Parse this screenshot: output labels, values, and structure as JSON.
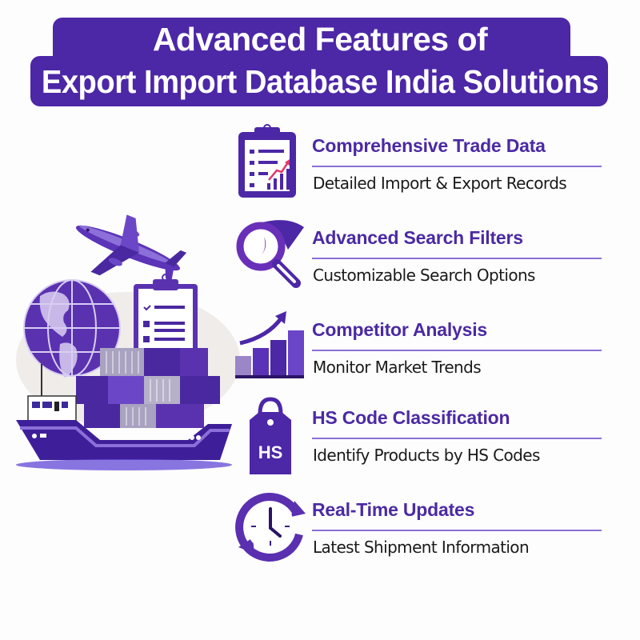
{
  "banner": {
    "line1": "Advanced Features of",
    "line2": "Export Import Database India Solutions",
    "color": "#4c27a6"
  },
  "features": [
    {
      "icon": "clipboard-chart-icon",
      "title": "Comprehensive Trade Data",
      "subtitle": "Detailed Import & Export Records"
    },
    {
      "icon": "magnifying-glass-icon",
      "title": "Advanced Search Filters",
      "subtitle": "Customizable Search Options"
    },
    {
      "icon": "growth-chart-icon",
      "title": "Competitor Analysis",
      "subtitle": "Monitor Market Trends"
    },
    {
      "icon": "hs-tag-icon",
      "title": "HS Code Classification",
      "subtitle": "Identify Products by HS Codes",
      "tag_text": "HS"
    },
    {
      "icon": "clock-refresh-icon",
      "title": "Real-Time Updates",
      "subtitle": "Latest Shipment Information"
    }
  ],
  "illustration": {
    "elements": [
      "airplane",
      "globe",
      "checklist-clipboard",
      "cargo-ship",
      "shipping-containers"
    ]
  },
  "colors": {
    "primary": "#4c27a6",
    "accent": "#6a3fc8",
    "divider": "#8a70d4",
    "text": "#1a1a1a",
    "chart_arrow": "#e0376a"
  }
}
